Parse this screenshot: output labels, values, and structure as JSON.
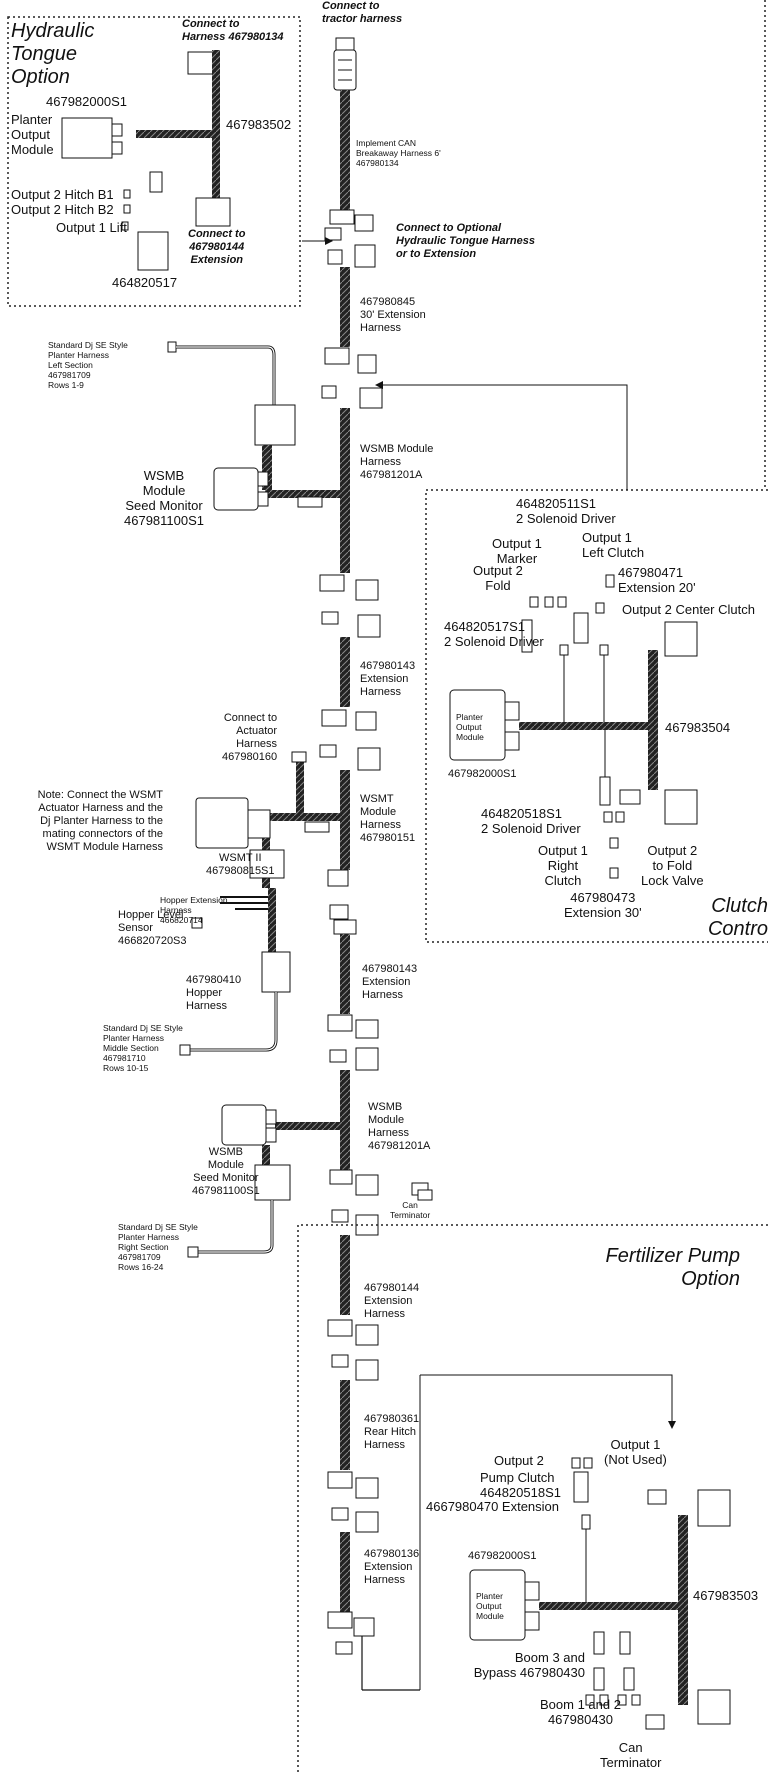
{
  "hydraulic": {
    "title": "Hydraulic\nTongue\nOption",
    "connect_top": "Connect to\nHarness 467980134",
    "module_part": "467982000S1",
    "module_label": "Planter\nOutput\nModule",
    "harness": "467983502",
    "out_b1": "Output 2 Hitch B1",
    "out_b2": "Output 2 Hitch B2",
    "out_lift": "Output 1 Lift",
    "part_bottom": "464820517",
    "connect_ext": "Connect to\n467980144\nExtension"
  },
  "main": {
    "connect_tractor": "Connect to\ntractor harness",
    "can_harness": "Implement CAN\nBreakaway Harness 6'\n467980134",
    "connect_optional": "Connect to Optional\nHydraulic Tongue Harness\nor to Extension",
    "ext30": "467980845\n30' Extension\nHarness",
    "left_section": "Standard Dj SE Style\nPlanter Harness\nLeft Section\n467981709\nRows 1-9",
    "wsmb_harness1": "WSMB Module\nHarness\n467981201A",
    "wsmb_module1": "WSMB\nModule\nSeed Monitor\n467981100S1",
    "ext143a": "467980143\nExtension\nHarness",
    "connect_actuator": "Connect to\nActuator\nHarness\n467980160",
    "note": "Note: Connect the WSMT\nActuator Harness and the\nDj Planter Harness to the\nmating connectors of the\nWSMT Module Harness",
    "wsmt_module": "WSMT\nModule\nHarness\n467980151",
    "wsmt2": "WSMT II\n467980815S1",
    "hopper_ext": "Hopper Extension\nHarness\n466820714",
    "hopper_level": "Hopper Level\nSensor\n466820720S3",
    "hopper_harness": "467980410\nHopper\nHarness",
    "ext143b": "467980143\nExtension\nHarness",
    "middle_section": "Standard Dj SE Style\nPlanter Harness\nMiddle Section\n467981710\nRows 10-15",
    "wsmb_harness2": "WSMB\nModule\nHarness\n467981201A",
    "wsmb_module2": "WSMB\nModule\nSeed Monitor\n467981100S1",
    "can_term1": "Can\nTerminator",
    "right_section": "Standard Dj SE Style\nPlanter Harness\nRight Section\n467981709\nRows 16-24",
    "ext144": "467980144\nExtension\nHarness",
    "rear_hitch": "467980361\nRear Hitch\nHarness",
    "ext136": "467980136\nExtension\nHarness"
  },
  "clutch": {
    "title": "Clutch\nContro",
    "driver_top": "464820511S1\n2 Solenoid Driver",
    "out1_marker": "Output 1\nMarker",
    "out2_fold": "Output 2\nFold",
    "out1_left": "Output 1\nLeft Clutch",
    "ext20": "467980471\nExtension 20'",
    "out2_center": "Output  2 Center Clutch",
    "driver_left": "464820517S1\n2 Solenoid Driver",
    "module_label": "Planter\nOutput\nModule",
    "harness": "467983504",
    "module_part": "467982000S1",
    "driver_bottom": "464820518S1\n2 Solenoid Driver",
    "out1_right": "Output 1\nRight\nClutch",
    "out2_fold_lock": "Output 2\nto Fold\nLock Valve",
    "ext30": "467980473\nExtension 30'"
  },
  "fert": {
    "title": "Fertilizer Pump\nOption",
    "out2": "Output 2",
    "pump_clutch": "Pump Clutch\n464820518S1",
    "ext470": "4667980470 Extension",
    "out1": "Output 1\n(Not Used)",
    "module_part": "467982000S1",
    "module_label": "Planter\nOutput\nModule",
    "harness": "467983503",
    "boom3": "Boom 3 and\nBypass 467980430",
    "boom12": "Boom 1 and 2\n467980430",
    "can_term": "Can\nTerminator"
  }
}
